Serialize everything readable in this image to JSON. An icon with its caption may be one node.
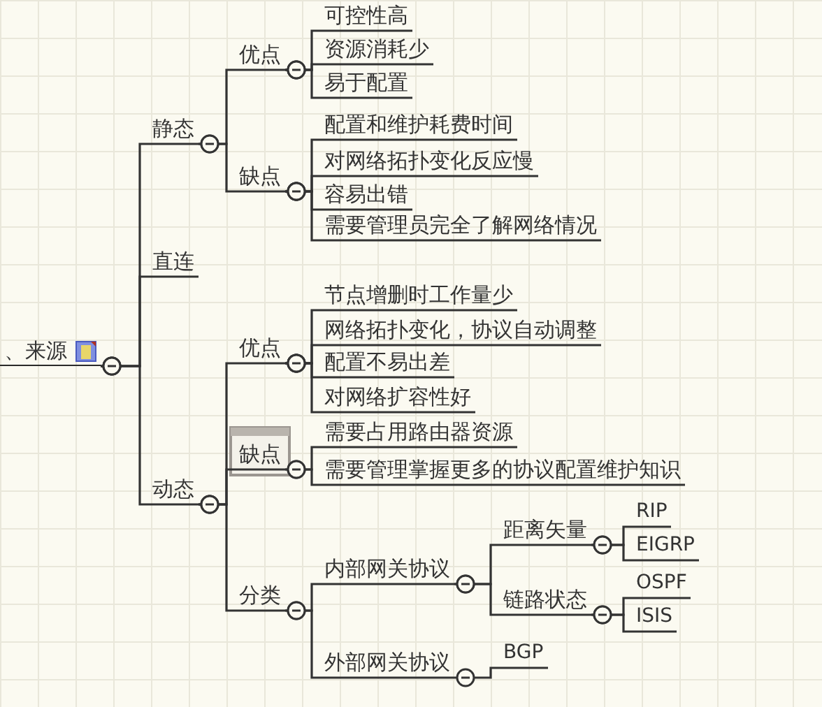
{
  "diagram": {
    "nodes": [
      {
        "text": [
          "、来源"
        ]
      },
      {
        "text": [
          "静态"
        ]
      },
      {
        "text": [
          "优点"
        ]
      },
      {
        "text": [
          "可控性高"
        ]
      },
      {
        "text": [
          "资源消耗少"
        ]
      },
      {
        "text": [
          "易于配置"
        ]
      },
      {
        "text": [
          "缺点"
        ]
      },
      {
        "text": [
          "配置和维护耗费时间"
        ]
      },
      {
        "text": [
          "对网络拓扑变化反应慢"
        ]
      },
      {
        "text": [
          "容易出错"
        ]
      },
      {
        "text": [
          "需要管理员完全了解网络情况"
        ]
      },
      {
        "text": [
          "直连"
        ]
      },
      {
        "text": [
          "动态"
        ]
      },
      {
        "text": [
          "优点"
        ]
      },
      {
        "text": [
          "节点增删时工作量少"
        ]
      },
      {
        "text": [
          "网络拓扑变化，协议自动调整"
        ]
      },
      {
        "text": [
          "配置不易出差"
        ]
      },
      {
        "text": [
          "对网络扩容性好"
        ]
      },
      {
        "text": [
          "缺点"
        ]
      },
      {
        "text": [
          "需要占用路由器资源"
        ]
      },
      {
        "text": [
          "需要管理掌握更多的协议配置维护知识"
        ]
      },
      {
        "text": [
          "分类"
        ]
      },
      {
        "text": [
          "内部网关协议"
        ]
      },
      {
        "text": [
          "距离矢量"
        ]
      },
      {
        "text": [
          "RIP"
        ]
      },
      {
        "text": [
          "EIGRP"
        ]
      },
      {
        "text": [
          "链路状态"
        ]
      },
      {
        "text": [
          "OSPF"
        ]
      },
      {
        "text": [
          "ISIS"
        ]
      },
      {
        "text": [
          "外部网关协议"
        ]
      },
      {
        "text": [
          "BGP"
        ]
      }
    ],
    "edges": [
      {
        "from": 0,
        "to": 1,
        "arrow": "other"
      },
      {
        "from": 0,
        "to": 11,
        "arrow": "other"
      },
      {
        "from": 0,
        "to": 12,
        "arrow": "other"
      },
      {
        "from": 1,
        "to": 2,
        "arrow": "other"
      },
      {
        "from": 1,
        "to": 6,
        "arrow": "other"
      },
      {
        "from": 2,
        "to": 3,
        "arrow": "other"
      },
      {
        "from": 2,
        "to": 4,
        "arrow": "other"
      },
      {
        "from": 2,
        "to": 5,
        "arrow": "other"
      },
      {
        "from": 6,
        "to": 7,
        "arrow": "other"
      },
      {
        "from": 6,
        "to": 8,
        "arrow": "other"
      },
      {
        "from": 6,
        "to": 9,
        "arrow": "other"
      },
      {
        "from": 6,
        "to": 10,
        "arrow": "other"
      },
      {
        "from": 12,
        "to": 13,
        "arrow": "other"
      },
      {
        "from": 12,
        "to": 18,
        "arrow": "other"
      },
      {
        "from": 12,
        "to": 21,
        "arrow": "other"
      },
      {
        "from": 13,
        "to": 14,
        "arrow": "other"
      },
      {
        "from": 13,
        "to": 15,
        "arrow": "other"
      },
      {
        "from": 13,
        "to": 16,
        "arrow": "other"
      },
      {
        "from": 13,
        "to": 17,
        "arrow": "other"
      },
      {
        "from": 18,
        "to": 19,
        "arrow": "other"
      },
      {
        "from": 18,
        "to": 20,
        "arrow": "other"
      },
      {
        "from": 21,
        "to": 22,
        "arrow": "other"
      },
      {
        "from": 21,
        "to": 29,
        "arrow": "other"
      },
      {
        "from": 22,
        "to": 23,
        "arrow": "other"
      },
      {
        "from": 22,
        "to": 26,
        "arrow": "other"
      },
      {
        "from": 23,
        "to": 24,
        "arrow": "other"
      },
      {
        "from": 23,
        "to": 25,
        "arrow": "other"
      },
      {
        "from": 26,
        "to": 27,
        "arrow": "other"
      },
      {
        "from": 26,
        "to": 28,
        "arrow": "other"
      },
      {
        "from": 29,
        "to": 30,
        "arrow": "other"
      }
    ]
  }
}
